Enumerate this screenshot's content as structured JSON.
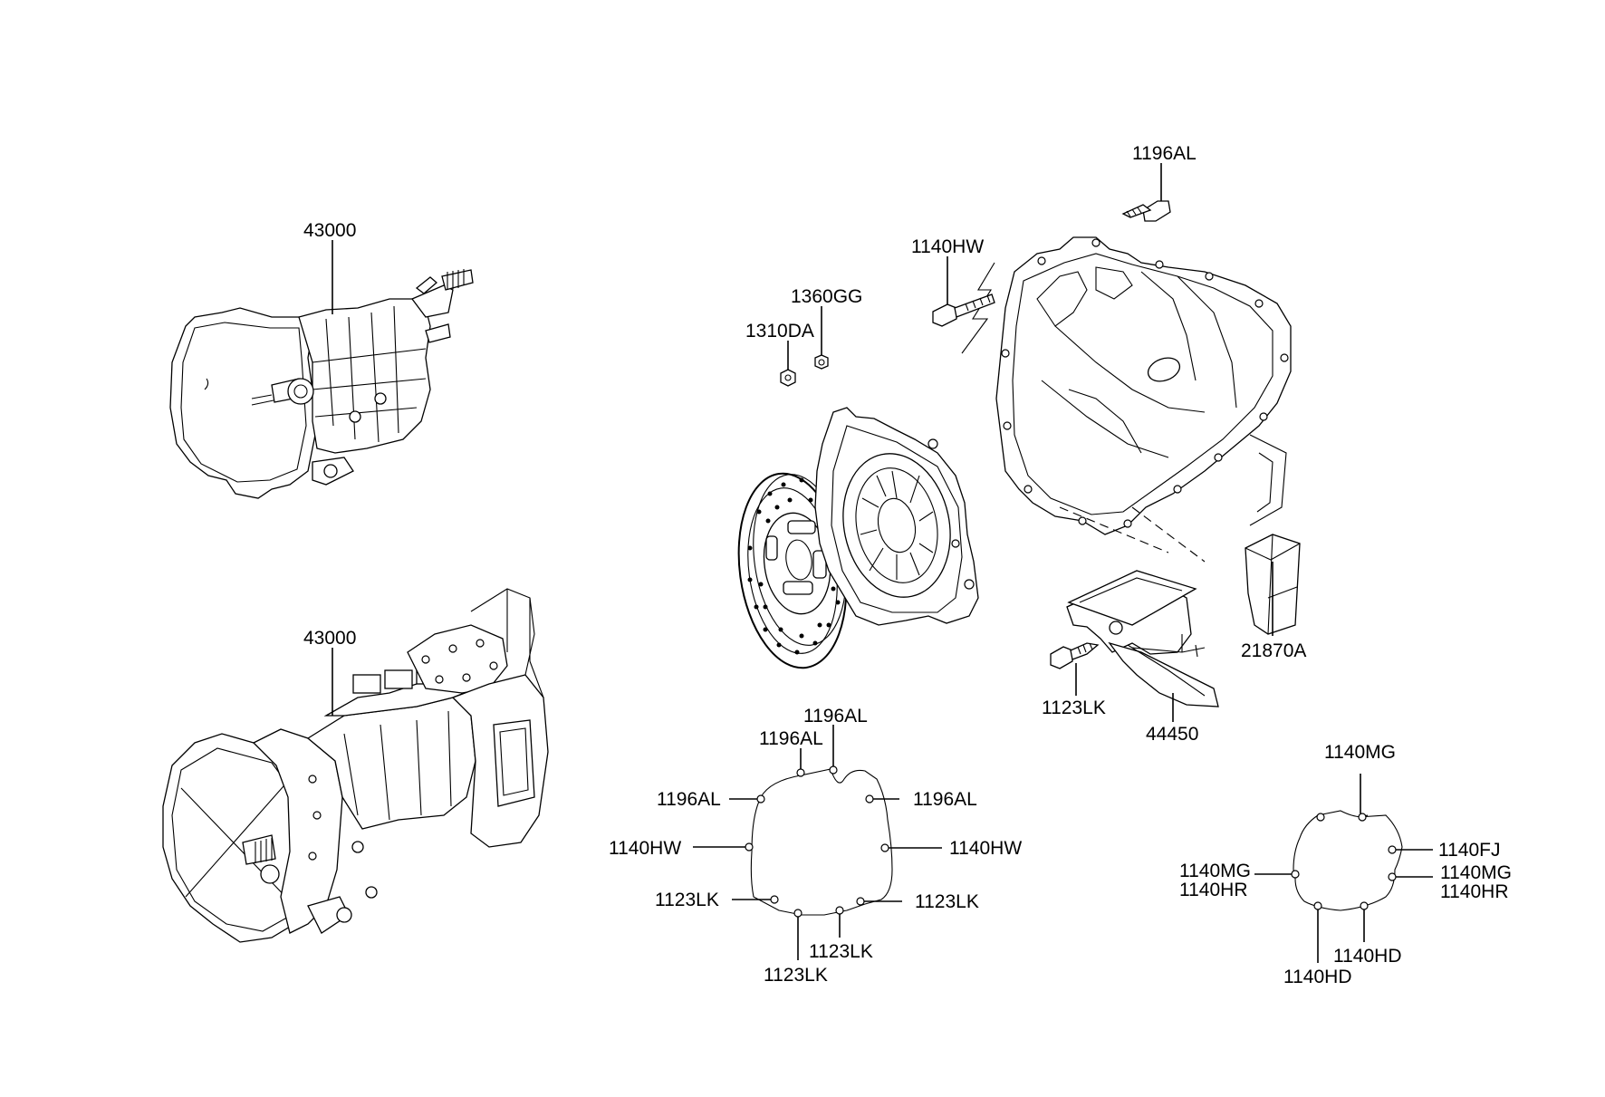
{
  "callouts": {
    "trans_top": "43000",
    "trans_bottom": "43000",
    "bell_bolt_top": "1196AL",
    "bell_bolt_left": "1140HW",
    "nut_1360": "1360GG",
    "nut_1310": "1310DA",
    "bracket": "21870A",
    "cover_bolt": "1123LK",
    "cover": "44450",
    "fa_top_1": "1196AL",
    "fa_top_2": "1196AL",
    "fa_left_1196": "1196AL",
    "fa_right_1196": "1196AL",
    "fa_left_1140": "1140HW",
    "fa_right_1140": "1140HW",
    "fa_left_1123": "1123LK",
    "fa_right_1123": "1123LK",
    "fa_bot_1123a": "1123LK",
    "fa_bot_1123b": "1123LK",
    "fb_top": "1140MG",
    "fb_right_fj": "1140FJ",
    "fb_right_mg": "1140MG",
    "fb_right_hr": "1140HR",
    "fb_left_mg": "1140MG",
    "fb_left_hr": "1140HR",
    "fb_bot_hd_a": "1140HD",
    "fb_bot_hd_b": "1140HD"
  }
}
